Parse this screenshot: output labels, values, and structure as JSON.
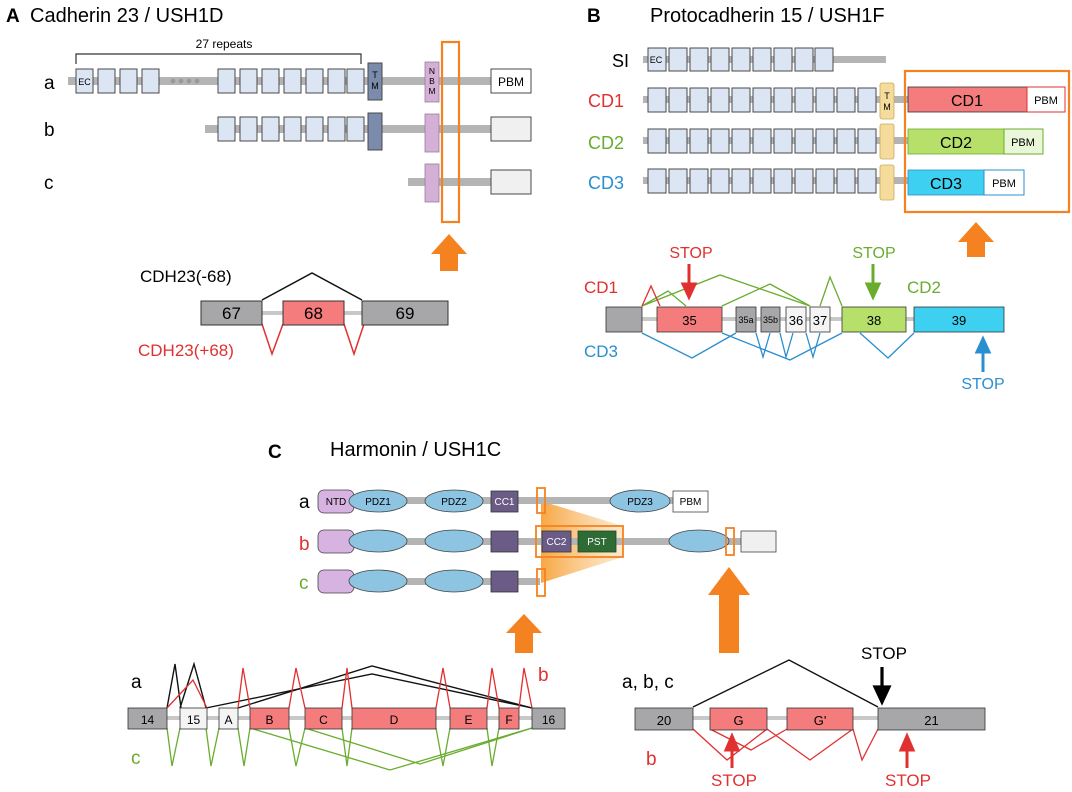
{
  "colors": {
    "bar": "#b4b4b4",
    "ec_fill": "#dbe5f3",
    "ec_stroke": "#4a4a4a",
    "tm": "#7b8bab",
    "nbm": "#d4b0d6",
    "highlight": "#f58220",
    "red": "#e03030",
    "green": "#6aac2e",
    "blue": "#2a8fd0",
    "exon_red": "#f47c7c",
    "exon_grey": "#a7a7a9",
    "cd2_fill": "#b6e06a",
    "cd3_fill": "#3ed0f0",
    "tm_yellow": "#f6dc9c",
    "ntd": "#d6b3e0",
    "pdz": "#8cc4e2",
    "cc": "#6a5c86",
    "pst": "#2f6b34"
  },
  "panelA": {
    "letter": "A",
    "title": "Cadherin 23 / USH1D",
    "repeats_label": "27 repeats",
    "isoform_a": "a",
    "isoform_b": "b",
    "isoform_c": "c",
    "ec_label": "EC",
    "tm_label": [
      "T",
      "M"
    ],
    "nbm_label": [
      "N",
      "B",
      "M"
    ],
    "pbm_label": "PBM",
    "exons": [
      "67",
      "68",
      "69"
    ],
    "minus_label": "CDH23(-68)",
    "plus_label": "CDH23(+68)"
  },
  "panelB": {
    "letter": "B",
    "title": "Protocadherin 15 / USH1F",
    "si_label": "SI",
    "ec_label": "EC",
    "tm_label": [
      "T",
      "M"
    ],
    "cd1_label": "CD1",
    "cd2_label": "CD2",
    "cd3_label": "CD3",
    "pbm_label": "PBM",
    "stop_label": "STOP",
    "exons": [
      "35",
      "35a",
      "35b",
      "36",
      "37",
      "38",
      "39"
    ]
  },
  "panelC": {
    "letter": "C",
    "title": "Harmonin / USH1C",
    "isoform_a": "a",
    "isoform_b": "b",
    "isoform_c": "c",
    "domains": {
      "ntd": "NTD",
      "pdz1": "PDZ1",
      "pdz2": "PDZ2",
      "cc1": "CC1",
      "pdz3": "PDZ3",
      "pbm": "PBM",
      "cc2": "CC2",
      "pst": "PST"
    },
    "left_exons": [
      "14",
      "15",
      "A",
      "B",
      "C",
      "D",
      "E",
      "F",
      "16"
    ],
    "right_exons": [
      "20",
      "G",
      "G'",
      "21"
    ],
    "abc_label": "a, b, c",
    "stop_label": "STOP"
  }
}
